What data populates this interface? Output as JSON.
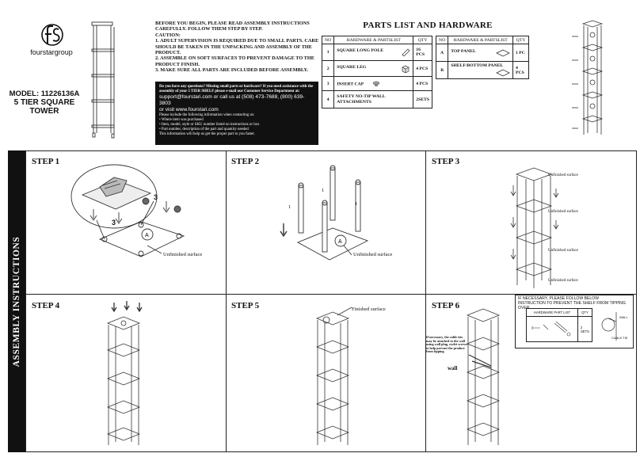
{
  "brand": {
    "name": "fourstargroup"
  },
  "product": {
    "model": "MODEL: 11226136A",
    "name_line1": "5 TIER SQUARE",
    "name_line2": "TOWER"
  },
  "caution": {
    "lines": [
      "BEFORE YOU BEGIN, PLEASE READ ASSEMBLY INSTRUCTIONS",
      "  CAREFULLY. FOLLOW THEM STEP BY STEP.",
      "CAUTION:",
      "1. ADULT SUPERVISION IS REQUIRED DUE TO SMALL PARTS. CARE",
      "    SHOULD BE TAKEN IN THE UNPACKING AND ASSEMBLY OF THE",
      "    PRODUCT.",
      "2. ASSEMBLE ON SOFT SURFACES TO PREVENT DAMAGE TO THE",
      "    PRODUCT FINISH.",
      "3. MAKE SURE ALL PARTS ARE INCLUDED BEFORE ASSEMBLY."
    ]
  },
  "contact": {
    "lines": [
      "Do you have any questions? Missing small parts or hardware? If you need assistance with the",
      "assembly of your 5 TIER SHELF please e-mail our Customer Service Department at:"
    ],
    "email_line": "support@fourstari.com or call us at (508) 473-7688, (800) 639-3803",
    "web_line": "or visit www.fourstari.com",
    "info_lines": [
      "Please include the following information when contacting us:",
      "• Where item was purchased",
      "• Item, model, style or SKU number listed on instructions or box",
      "• Part number, description of the part and quantity needed",
      "This information will help us get the proper part to you faster."
    ]
  },
  "parts": {
    "title": "PARTS LIST AND HARDWARE",
    "headers": {
      "no": "NO",
      "name": "HARDWARE & PARTSLIST",
      "qty": "QTY"
    },
    "left_rows": [
      {
        "no": "1",
        "name": "SQUARE LONG POLE",
        "qty": "16 PCS"
      },
      {
        "no": "2",
        "name": "SQUARE LEG",
        "qty": "4 PCS"
      },
      {
        "no": "3",
        "name": "INSERT CAP",
        "qty": "4 PCS"
      },
      {
        "no": "4",
        "name": "SAFETY NO-TIP WALL ATTACHMENTS",
        "qty": "2SETS"
      }
    ],
    "right_rows": [
      {
        "no": "A",
        "name": "TOP PANEL",
        "qty": "1 PC"
      },
      {
        "no": "B",
        "name": "SHELF/BOTTOM PANEL",
        "qty": "4 PCS"
      }
    ]
  },
  "side_title": "ASSEMBLY INSTRUCTIONS",
  "steps": {
    "s1": {
      "title": "STEP 1",
      "label": "Unfinished surface",
      "n1": "3",
      "n2": "3",
      "panel": "A"
    },
    "s2": {
      "title": "STEP 2",
      "label": "Unfinished surface",
      "n1": "1",
      "n2": "1",
      "n3": "1",
      "panel": "A"
    },
    "s3": {
      "title": "STEP 3",
      "label": "Unfinished surface"
    },
    "s4": {
      "title": "STEP 4"
    },
    "s5": {
      "title": "STEP 5",
      "label": "Finished surface"
    },
    "s6": {
      "title": "STEP 6",
      "note_lines": [
        "If necessary, the cable ties",
        "may be attached to the wall",
        "using wall plug, eyelet screws",
        "to help prevent the product",
        "from tipping"
      ],
      "wall": "wall"
    }
  },
  "tip": {
    "lines": [
      "IF NECESSARY, PLEASE FOLLOW BELOW",
      "INSTRUCTION TO PREVENT THE SHELF FROM TIPPING OVER."
    ],
    "headers": {
      "name": "HARDWARE  PART  LIST",
      "qty": "QTY"
    },
    "qty": "2 SETS",
    "wall": "WALL",
    "cable": "CABLE TIE"
  }
}
